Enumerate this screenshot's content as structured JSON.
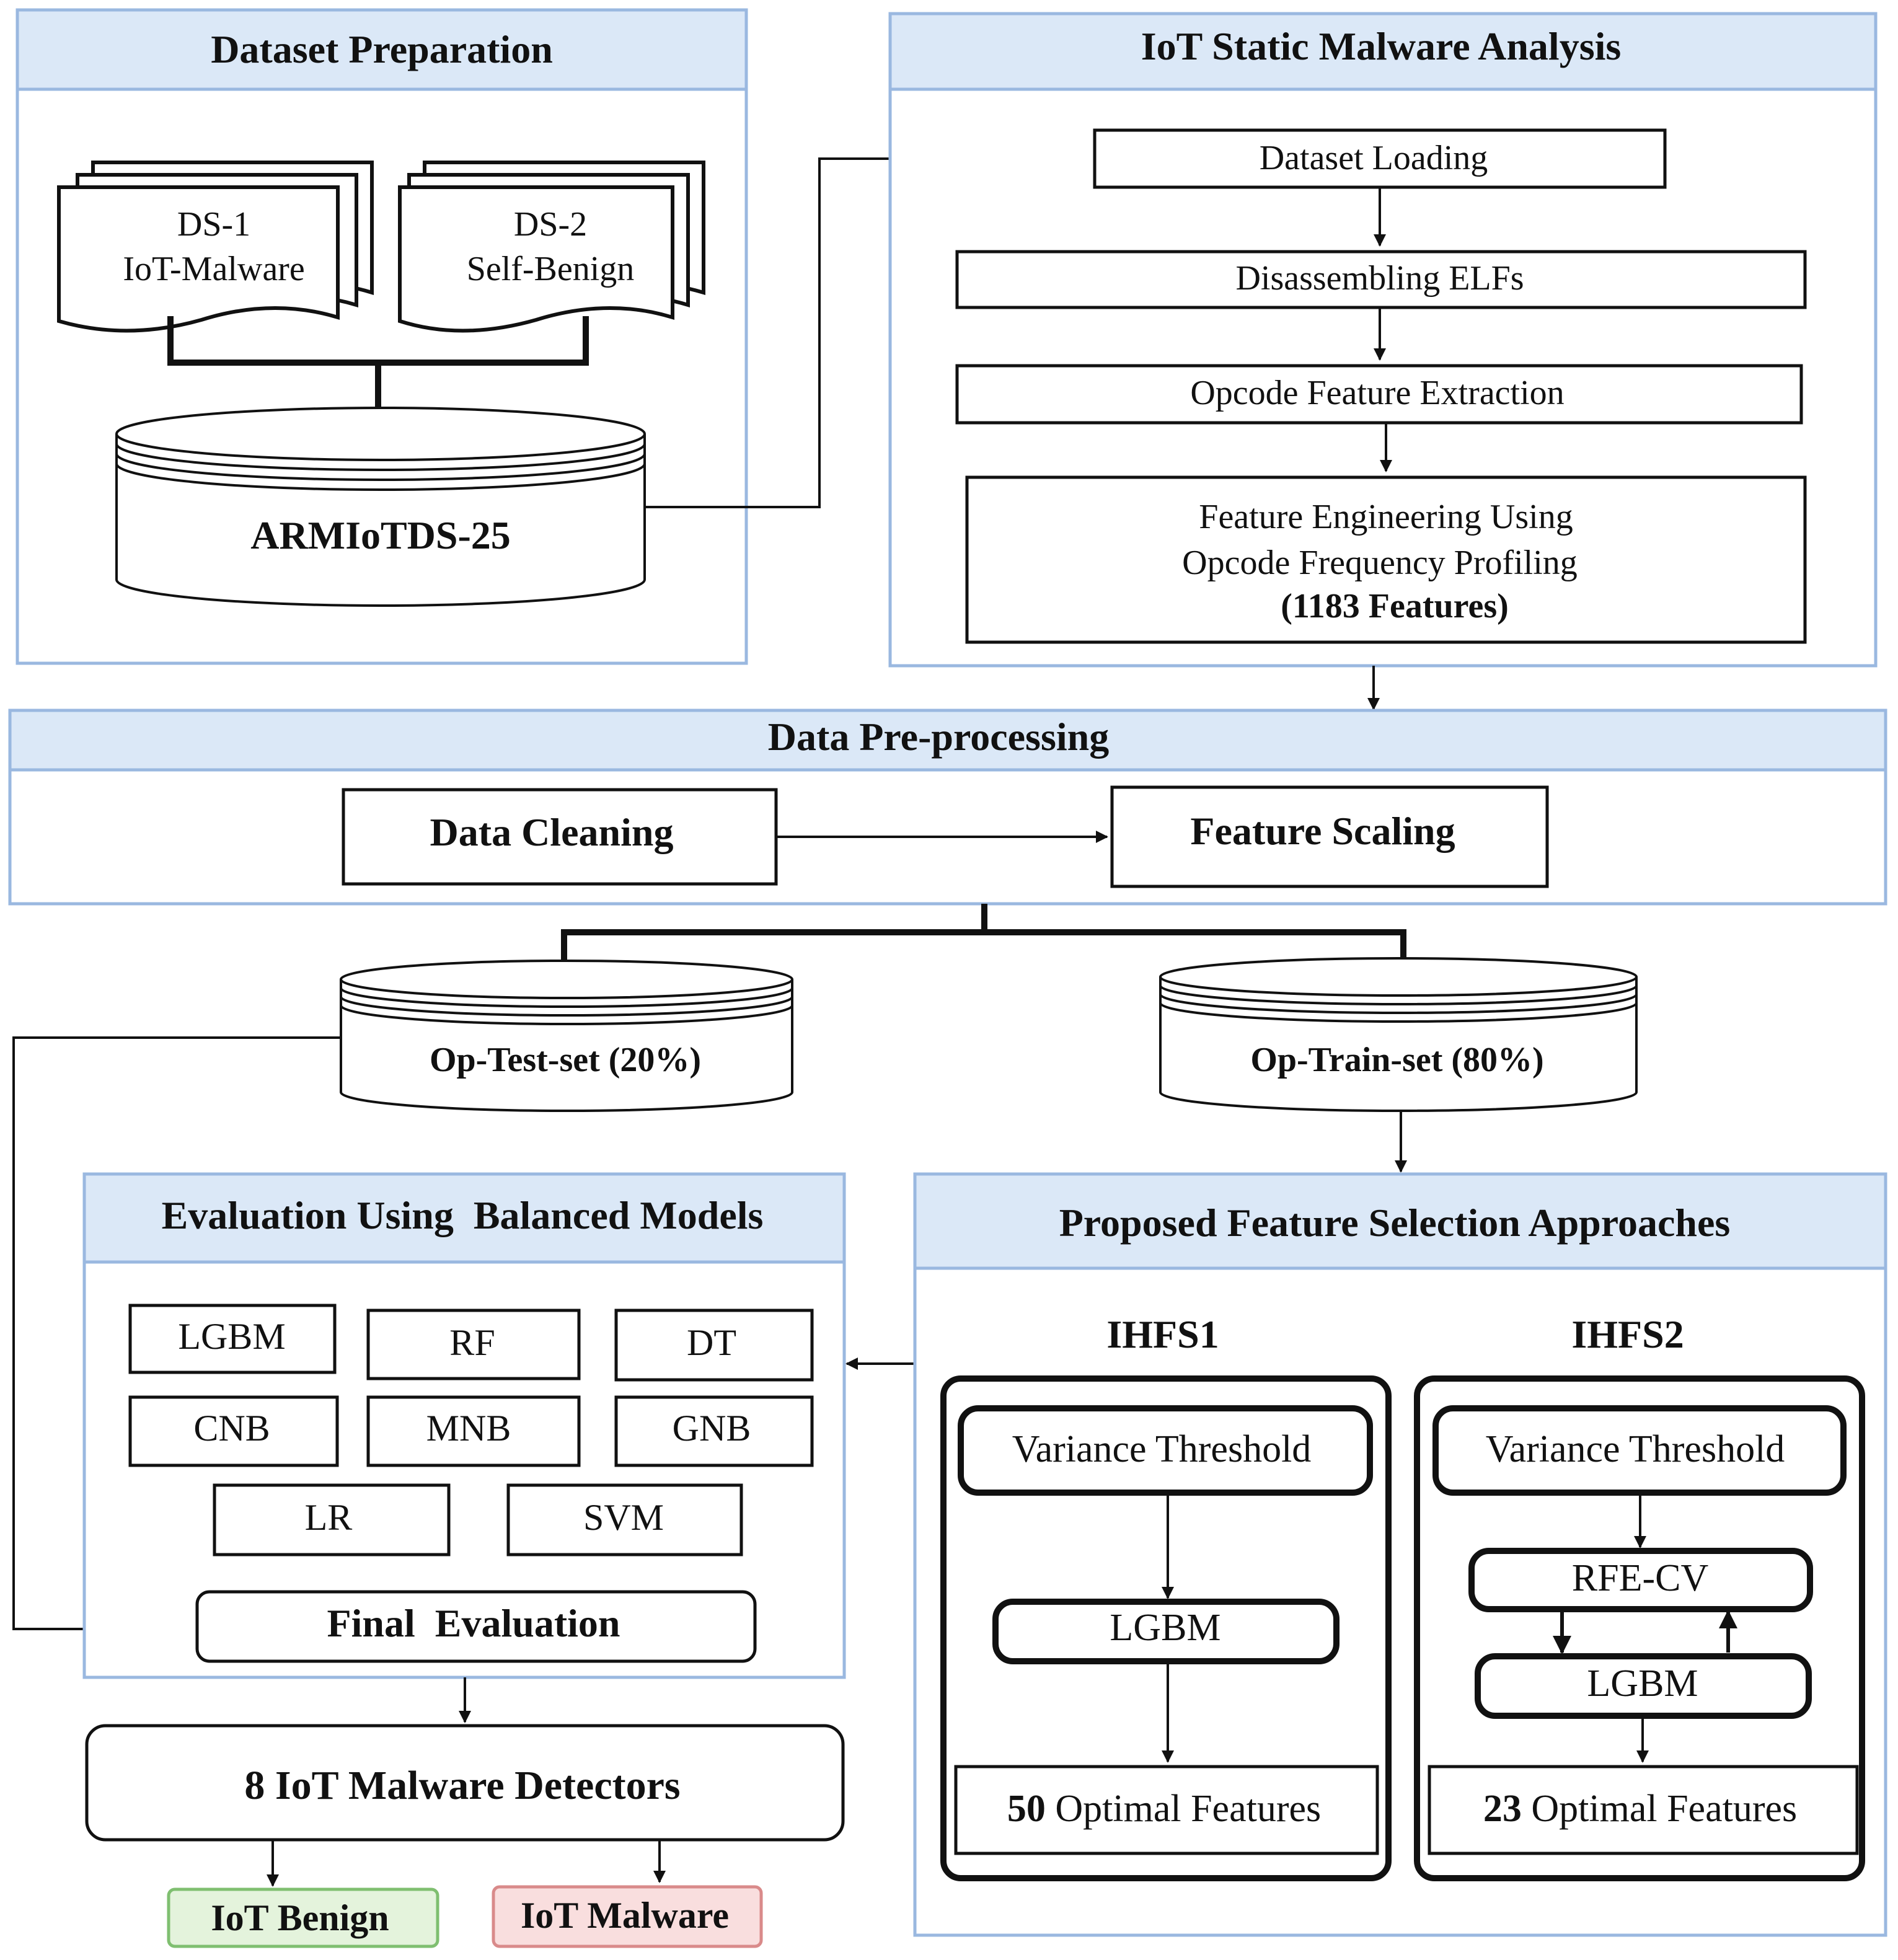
{
  "colors": {
    "panel_header": "#dbe8f7",
    "panel_border": "#9ab8e0",
    "line": "#111111",
    "benign_fill": "#e4f3dc",
    "benign_border": "#7fbf70",
    "malware_fill": "#f9dede",
    "malware_border": "#d98a8a"
  },
  "dataset_preparation": {
    "title": "Dataset Preparation",
    "ds1": {
      "line1": "DS-1",
      "line2": "IoT-Malware"
    },
    "ds2": {
      "line1": "DS-2",
      "line2": "Self-Benign"
    },
    "database": "ARMIoTDS-25"
  },
  "static_analysis": {
    "title": "IoT Static Malware Analysis",
    "steps": {
      "loading": "Dataset Loading",
      "disassembling": "Disassembling ELFs",
      "extraction": "Opcode Feature Extraction",
      "engineering_line1": "Feature Engineering Using",
      "engineering_line2": "Opcode Frequency Profiling",
      "engineering_line3": "(1183 Features)"
    }
  },
  "preprocessing": {
    "title": "Data Pre-processing",
    "cleaning": "Data Cleaning",
    "scaling": "Feature Scaling"
  },
  "splits": {
    "test": "Op-Test-set (20%)",
    "train": "Op-Train-set (80%)"
  },
  "evaluation": {
    "title": "Evaluation Using  Balanced Models",
    "models": [
      "LGBM",
      "RF",
      "DT",
      "CNB",
      "MNB",
      "GNB",
      "LR",
      "SVM"
    ],
    "final": "Final  Evaluation"
  },
  "feature_selection": {
    "title": "Proposed Feature Selection Approaches",
    "ihfs1": {
      "title": "IHFS1",
      "variance": "Variance Threshold",
      "model": "LGBM",
      "result_count": "50",
      "result_label": " Optimal Features"
    },
    "ihfs2": {
      "title": "IHFS2",
      "variance": "Variance Threshold",
      "rfecv": "RFE-CV",
      "model": "LGBM",
      "result_count": "23",
      "result_label": " Optimal Features"
    }
  },
  "detectors": {
    "label": "8 IoT Malware Detectors",
    "benign": "IoT Benign",
    "malware": "IoT Malware"
  }
}
